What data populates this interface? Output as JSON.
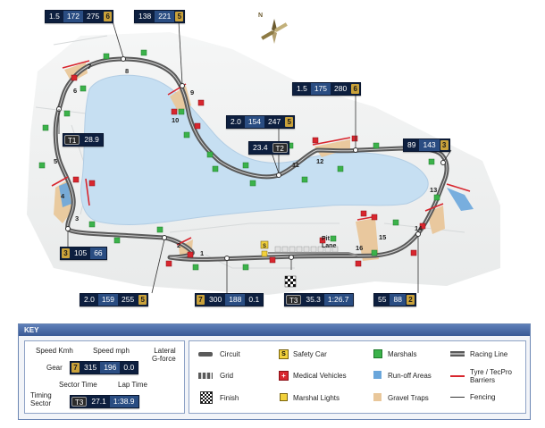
{
  "compass": {
    "label": "N"
  },
  "data_boxes": [
    {
      "id": "b-top-left",
      "kmh": "1.5",
      "mph": "172",
      "g": "275",
      "gear": "6"
    },
    {
      "id": "b-top-mid",
      "kmh": "138",
      "mph": "221",
      "gear": "5"
    },
    {
      "id": "b-right-top",
      "kmh": "1.5",
      "mph": "175",
      "g": "280",
      "gear": "6"
    },
    {
      "id": "b-mid",
      "kmh": "2.0",
      "mph": "154",
      "g": "247",
      "gear": "5"
    },
    {
      "id": "b-right",
      "kmh": "89",
      "mph": "143",
      "gear": "3"
    },
    {
      "id": "b-left-bottom",
      "kmh": "105",
      "mph": "66",
      "gear": "3"
    },
    {
      "id": "b-bottom-left",
      "kmh": "2.0",
      "mph": "159",
      "g": "255",
      "gear": "5"
    },
    {
      "id": "b-bottom-mid",
      "kmh": "300",
      "mph": "188",
      "g": "0.1",
      "gear": "7"
    },
    {
      "id": "b-bottom-right",
      "kmh": "55",
      "mph": "88",
      "gear": "2"
    }
  ],
  "sector_boxes": [
    {
      "id": "t1",
      "sector": "T1",
      "time": "28.9"
    },
    {
      "id": "t2",
      "sector": "T2",
      "time": "23.4"
    },
    {
      "id": "t3",
      "sector": "T3",
      "time": "35.3",
      "lap": "1:26.7"
    }
  ],
  "corners": [
    "1",
    "2",
    "3",
    "4",
    "5",
    "6",
    "7",
    "8",
    "9",
    "10",
    "11",
    "12",
    "13",
    "14",
    "15",
    "16"
  ],
  "pit_lane_label": "Pit\nLane",
  "key": {
    "title": "KEY",
    "legend_box": {
      "speed_kmh": "Speed Kmh",
      "speed_mph": "Speed mph",
      "lateral_g": "Lateral\nG-force",
      "gear": "Gear",
      "gear_value": "7",
      "kmh_value": "315",
      "mph_value": "196",
      "g_value": "0.0",
      "sector_time": "Sector Time",
      "lap_time": "Lap Time",
      "timing_sector": "Timing\nSector",
      "sector_value": "T3",
      "time_value": "27.1",
      "lap_value": "1:38.9"
    },
    "items": [
      {
        "id": "circuit",
        "label": "Circuit"
      },
      {
        "id": "grid",
        "label": "Grid"
      },
      {
        "id": "finish",
        "label": "Finish"
      },
      {
        "id": "safety-car",
        "label": "Safety Car",
        "glyph": "S"
      },
      {
        "id": "medical",
        "label": "Medical Vehicles",
        "glyph": "+"
      },
      {
        "id": "marshal-lights",
        "label": "Marshal Lights"
      },
      {
        "id": "marshals",
        "label": "Marshals"
      },
      {
        "id": "runoff",
        "label": "Run-off Areas"
      },
      {
        "id": "gravel",
        "label": "Gravel Traps"
      },
      {
        "id": "racing-line",
        "label": "Racing Line"
      },
      {
        "id": "tyre",
        "label": "Tyre / TecPro\nBarriers"
      },
      {
        "id": "fencing",
        "label": "Fencing"
      }
    ]
  },
  "colors": {
    "track": "#5a5a5a",
    "lake": "#c6dff2",
    "land": "#eceeee",
    "marshal": "#3bb24a",
    "medical": "#d8262e",
    "gravel": "#e9c79a",
    "runoff": "#6aa6db",
    "box": "#0d1f3f",
    "gear": "#caa23a"
  }
}
